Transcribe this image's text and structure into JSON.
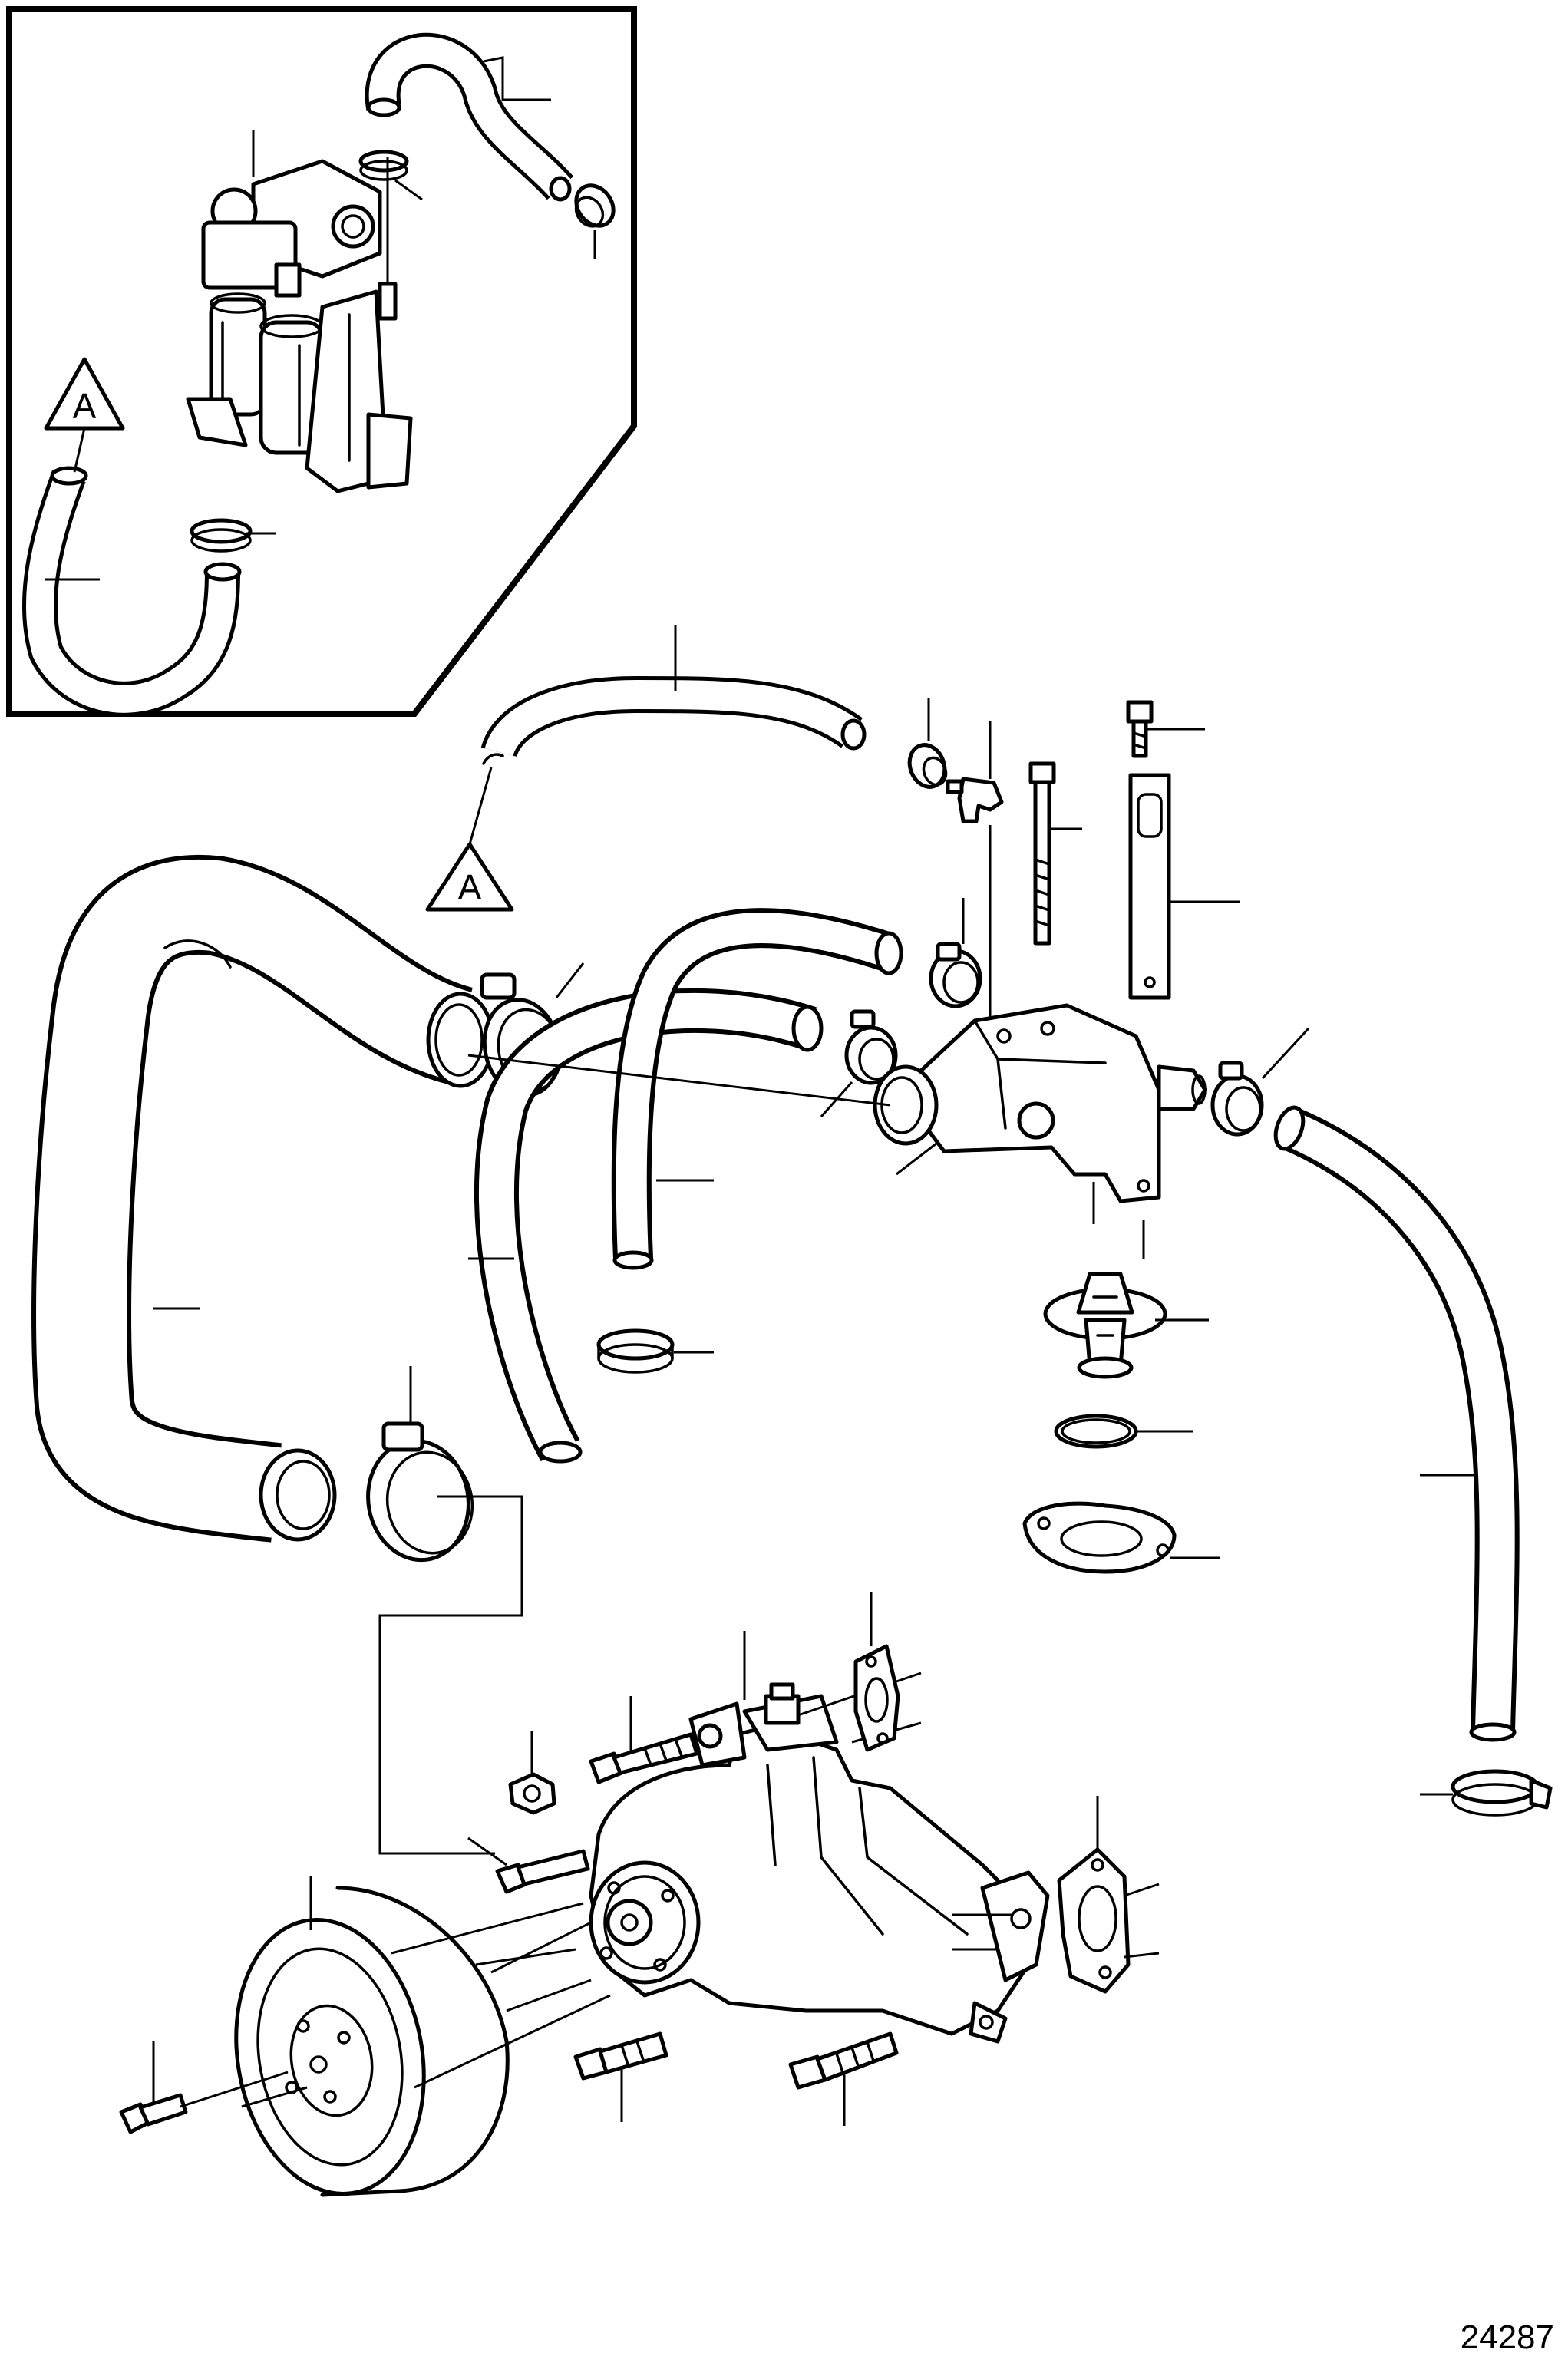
{
  "diagram": {
    "figure_number": "24287",
    "section_marker_label": "A",
    "colors": {
      "line": "#000000",
      "background": "#ffffff"
    },
    "callout_count": 38
  }
}
